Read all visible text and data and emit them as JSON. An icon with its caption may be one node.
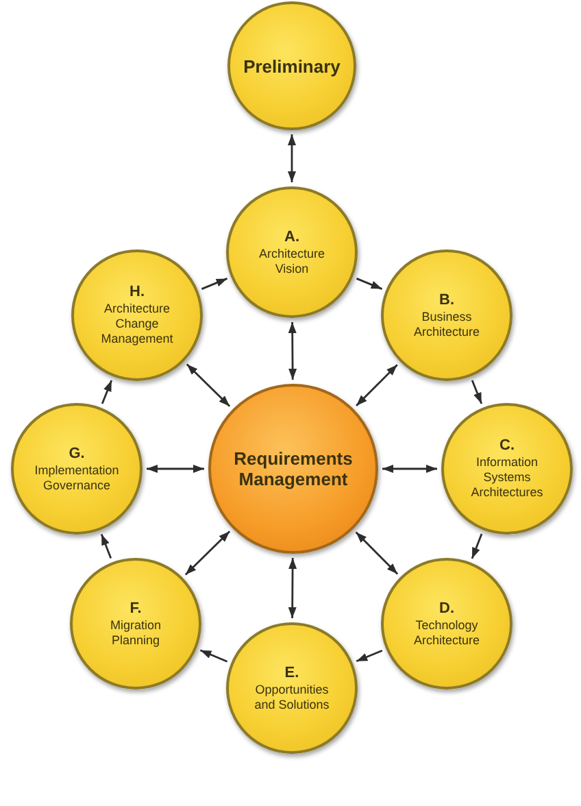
{
  "diagram": {
    "nodes": [
      {
        "text": [
          "Preliminary"
        ]
      },
      {
        "text": [
          "A.",
          "Architecture Vision"
        ]
      },
      {
        "text": [
          "H.",
          "Architecture Change Management"
        ]
      },
      {
        "text": [
          "B.",
          "Business Architecture"
        ]
      },
      {
        "text": [
          "G.",
          "Implementation Governance"
        ]
      },
      {
        "text": [
          "Requirements Management"
        ]
      },
      {
        "text": [
          "C.",
          "Information Systems Architectures"
        ]
      },
      {
        "text": [
          "F.",
          "Migration Planning"
        ]
      },
      {
        "text": [
          "D.",
          "Technology Architecture"
        ]
      },
      {
        "text": [
          "E.",
          "Opportunities and Solutions"
        ]
      }
    ],
    "edges": [
      {
        "from": 0,
        "to": 1,
        "arrow": "both"
      },
      {
        "from": 1,
        "to": 3,
        "arrow": "to"
      },
      {
        "from": 3,
        "to": 6,
        "arrow": "to"
      },
      {
        "from": 6,
        "to": 8,
        "arrow": "to"
      },
      {
        "from": 8,
        "to": 9,
        "arrow": "to"
      },
      {
        "from": 9,
        "to": 7,
        "arrow": "to"
      },
      {
        "from": 7,
        "to": 4,
        "arrow": "to"
      },
      {
        "from": 4,
        "to": 2,
        "arrow": "to"
      },
      {
        "from": 2,
        "to": 1,
        "arrow": "to"
      },
      {
        "from": 5,
        "to": 1,
        "arrow": "both"
      },
      {
        "from": 5,
        "to": 3,
        "arrow": "both"
      },
      {
        "from": 5,
        "to": 6,
        "arrow": "both"
      },
      {
        "from": 5,
        "to": 8,
        "arrow": "both"
      },
      {
        "from": 5,
        "to": 9,
        "arrow": "both"
      },
      {
        "from": 5,
        "to": 7,
        "arrow": "both"
      },
      {
        "from": 5,
        "to": 4,
        "arrow": "both"
      },
      {
        "from": 5,
        "to": 2,
        "arrow": "both"
      }
    ]
  }
}
